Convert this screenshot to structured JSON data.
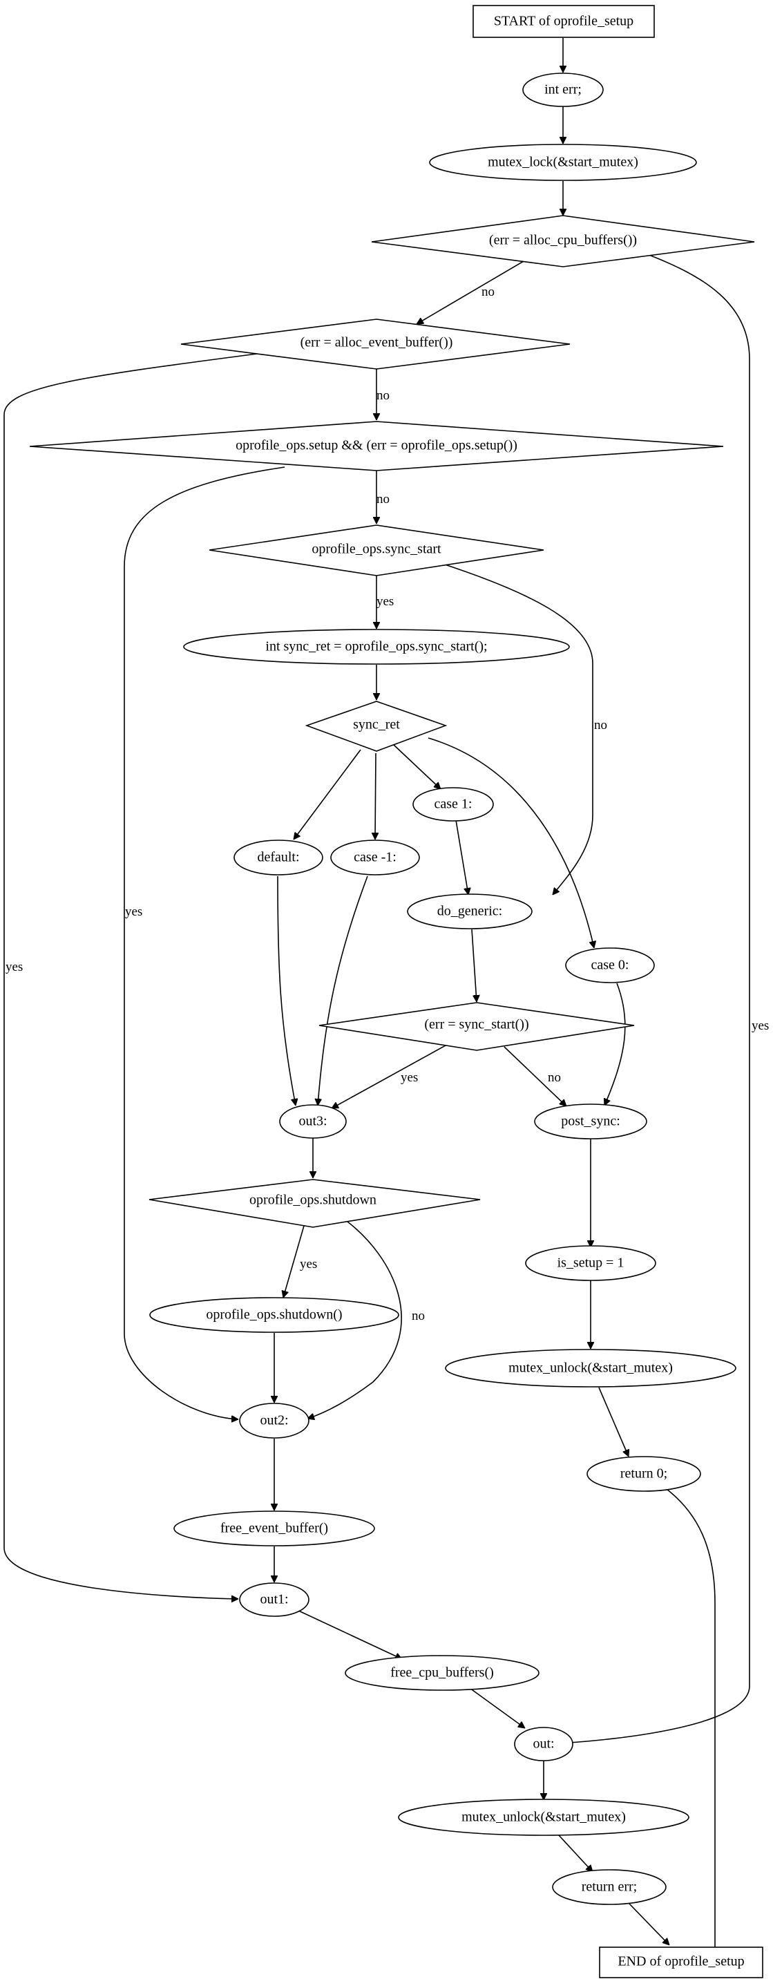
{
  "diagram": {
    "nodes": {
      "start": "START of oprofile_setup",
      "int_err": "int err;",
      "mutex_lock": "mutex_lock(&start_mutex)",
      "alloc_cpu": "(err = alloc_cpu_buffers())",
      "alloc_event": "(err = alloc_event_buffer())",
      "ops_setup": "oprofile_ops.setup && (err = oprofile_ops.setup())",
      "sync_start_cond": "oprofile_ops.sync_start",
      "sync_ret_decl": "int sync_ret = oprofile_ops.sync_start();",
      "sync_ret": "sync_ret",
      "case_1": "case 1:",
      "default": "default:",
      "case_neg1": "case -1:",
      "do_generic": "do_generic:",
      "case_0": "case 0:",
      "err_sync_start": "(err = sync_start())",
      "out3": "out3:",
      "post_sync": "post_sync:",
      "shutdown_cond": "oprofile_ops.shutdown",
      "is_setup": "is_setup = 1",
      "shutdown_call": "oprofile_ops.shutdown()",
      "mutex_unlock_1": "mutex_unlock(&start_mutex)",
      "out2": "out2:",
      "return_0": "return 0;",
      "free_event": "free_event_buffer()",
      "out1": "out1:",
      "free_cpu": "free_cpu_buffers()",
      "out": "out:",
      "mutex_unlock_2": "mutex_unlock(&start_mutex)",
      "return_err": "return err;",
      "end": "END of oprofile_setup"
    },
    "edge_labels": {
      "yes": "yes",
      "no": "no"
    },
    "colors": {
      "lock_fill": "#add8e6",
      "unlock_fill": "#ffff00",
      "default_fill": "#ffffff",
      "stroke": "#000000"
    }
  }
}
